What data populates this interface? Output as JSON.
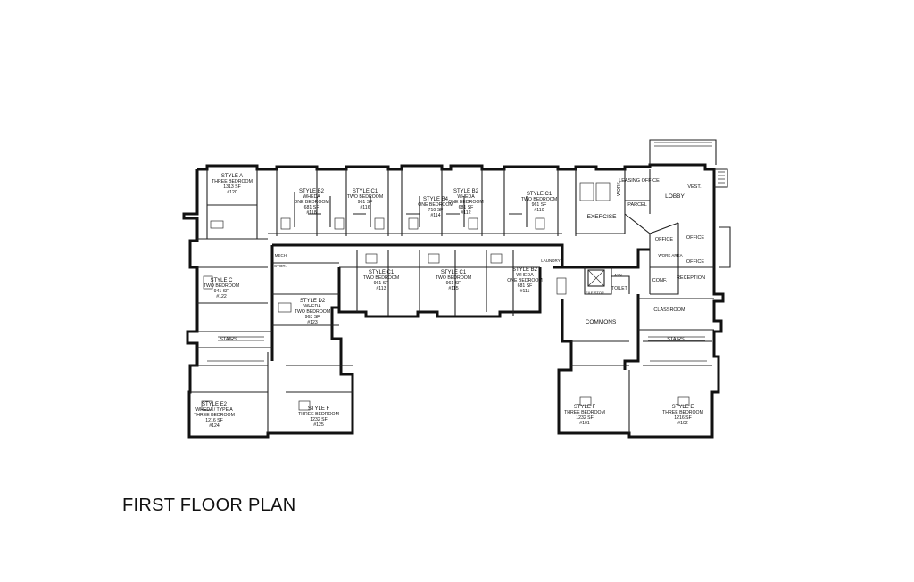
{
  "plan": {
    "title": "FIRST FLOOR PLAN",
    "units": [
      {
        "lines": [
          "STYLE A",
          "THREE BEDROOM",
          "1313 SF",
          "#120"
        ]
      },
      {
        "lines": [
          "STYLE B2",
          "WHEDA",
          "ONE BEDROOM",
          "681 SF",
          "#118"
        ]
      },
      {
        "lines": [
          "STYLE C1",
          "TWO BEDROOM",
          "961 SF",
          "#116"
        ]
      },
      {
        "lines": [
          "STYLE B4",
          "ONE BEDROOM",
          "710 SF",
          "#114"
        ]
      },
      {
        "lines": [
          "STYLE B2",
          "WHEDA",
          "ONE BEDROOM",
          "681 SF",
          "#112"
        ]
      },
      {
        "lines": [
          "STYLE C1",
          "TWO BEDROOM",
          "961 SF",
          "#110"
        ]
      },
      {
        "lines": [
          "STYLE C",
          "TWO BEDROOM",
          "941 SF",
          "#122"
        ]
      },
      {
        "lines": [
          "STYLE D2",
          "WHEDA",
          "TWO BEDROOM",
          "963 SF",
          "#123"
        ]
      },
      {
        "lines": [
          "STYLE C1",
          "TWO BEDROOM",
          "961 SF",
          "#113"
        ]
      },
      {
        "lines": [
          "STYLE C1",
          "TWO BEDROOM",
          "961 SF",
          "#115"
        ]
      },
      {
        "lines": [
          "STYLE B2",
          "WHEDA",
          "ONE BEDROOM",
          "681 SF",
          "#111"
        ]
      },
      {
        "lines": [
          "STYLE E2",
          "WHEDA / TYPE A",
          "THREE BEDROOM",
          "1216 SF",
          "#124"
        ]
      },
      {
        "lines": [
          "STYLE F",
          "THREE BEDROOM",
          "1232 SF",
          "#125"
        ]
      },
      {
        "lines": [
          "STYLE F",
          "THREE BEDROOM",
          "1232 SF",
          "#101"
        ]
      },
      {
        "lines": [
          "STYLE E",
          "THREE BEDROOM",
          "1216 SF",
          "#102"
        ]
      }
    ],
    "rooms": [
      "EXERCISE",
      "LEASING OFFICE",
      "LOBBY",
      "VEST.",
      "WORK",
      "PARCEL",
      "OFFICE",
      "OFFICE",
      "OFFICE",
      "WORK AREA",
      "CONF.",
      "RECEPTION",
      "CLASSROOM",
      "COMMONS",
      "LAUNDRY",
      "JAN.",
      "TOILET",
      "FILE STOR.",
      "MECH.",
      "STOR.",
      "STAIRS",
      "STAIRS"
    ]
  }
}
